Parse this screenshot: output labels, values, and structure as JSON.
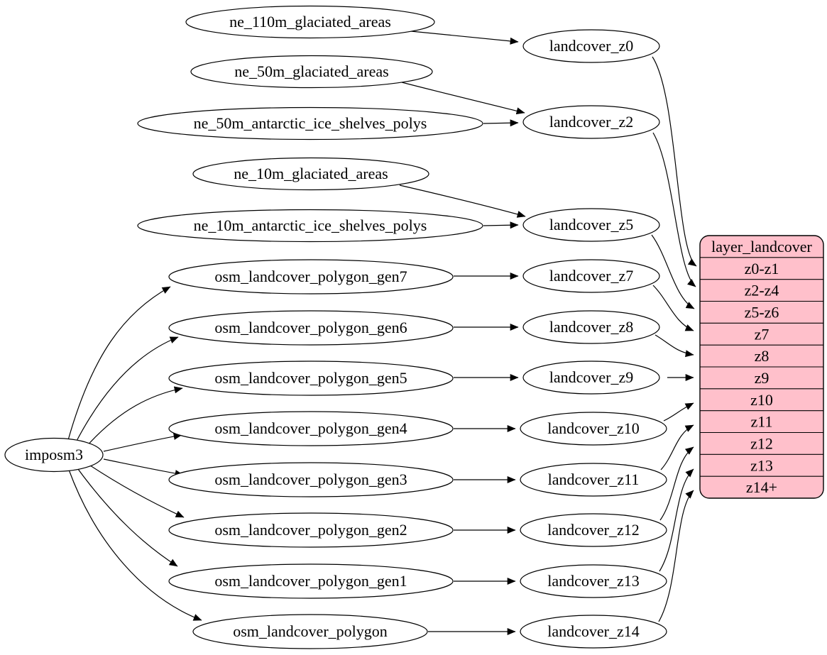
{
  "graph": {
    "root_label": "imposm3",
    "source_tables": [
      "ne_110m_glaciated_areas",
      "ne_50m_glaciated_areas",
      "ne_50m_antarctic_ice_shelves_polys",
      "ne_10m_glaciated_areas",
      "ne_10m_antarctic_ice_shelves_polys",
      "osm_landcover_polygon_gen7",
      "osm_landcover_polygon_gen6",
      "osm_landcover_polygon_gen5",
      "osm_landcover_polygon_gen4",
      "osm_landcover_polygon_gen3",
      "osm_landcover_polygon_gen2",
      "osm_landcover_polygon_gen1",
      "osm_landcover_polygon"
    ],
    "intermediate_tables": [
      "landcover_z0",
      "landcover_z2",
      "landcover_z5",
      "landcover_z7",
      "landcover_z8",
      "landcover_z9",
      "landcover_z10",
      "landcover_z11",
      "landcover_z12",
      "landcover_z13",
      "landcover_z14"
    ],
    "record": {
      "title": "layer_landcover",
      "rows": [
        "z0-z1",
        "z2-z4",
        "z5-z6",
        "z7",
        "z8",
        "z9",
        "z10",
        "z11",
        "z12",
        "z13",
        "z14+"
      ]
    },
    "edges": [
      [
        "imposm3",
        "osm_landcover_polygon_gen7"
      ],
      [
        "imposm3",
        "osm_landcover_polygon_gen6"
      ],
      [
        "imposm3",
        "osm_landcover_polygon_gen5"
      ],
      [
        "imposm3",
        "osm_landcover_polygon_gen4"
      ],
      [
        "imposm3",
        "osm_landcover_polygon_gen3"
      ],
      [
        "imposm3",
        "osm_landcover_polygon_gen2"
      ],
      [
        "imposm3",
        "osm_landcover_polygon_gen1"
      ],
      [
        "imposm3",
        "osm_landcover_polygon"
      ],
      [
        "ne_110m_glaciated_areas",
        "landcover_z0"
      ],
      [
        "ne_50m_glaciated_areas",
        "landcover_z2"
      ],
      [
        "ne_50m_antarctic_ice_shelves_polys",
        "landcover_z2"
      ],
      [
        "ne_10m_glaciated_areas",
        "landcover_z5"
      ],
      [
        "ne_10m_antarctic_ice_shelves_polys",
        "landcover_z5"
      ],
      [
        "osm_landcover_polygon_gen7",
        "landcover_z7"
      ],
      [
        "osm_landcover_polygon_gen6",
        "landcover_z8"
      ],
      [
        "osm_landcover_polygon_gen5",
        "landcover_z9"
      ],
      [
        "osm_landcover_polygon_gen4",
        "landcover_z10"
      ],
      [
        "osm_landcover_polygon_gen3",
        "landcover_z11"
      ],
      [
        "osm_landcover_polygon_gen2",
        "landcover_z12"
      ],
      [
        "osm_landcover_polygon_gen1",
        "landcover_z13"
      ],
      [
        "osm_landcover_polygon",
        "landcover_z14"
      ],
      [
        "landcover_z0",
        "layer_landcover:z0-z1"
      ],
      [
        "landcover_z2",
        "layer_landcover:z2-z4"
      ],
      [
        "landcover_z5",
        "layer_landcover:z5-z6"
      ],
      [
        "landcover_z7",
        "layer_landcover:z7"
      ],
      [
        "landcover_z8",
        "layer_landcover:z8"
      ],
      [
        "landcover_z9",
        "layer_landcover:z9"
      ],
      [
        "landcover_z10",
        "layer_landcover:z10"
      ],
      [
        "landcover_z11",
        "layer_landcover:z11"
      ],
      [
        "landcover_z12",
        "layer_landcover:z12"
      ],
      [
        "landcover_z13",
        "layer_landcover:z13"
      ],
      [
        "landcover_z14",
        "layer_landcover:z14+"
      ]
    ],
    "colors": {
      "record_fill": "#ffc0cb",
      "node_fill": "#ffffff",
      "edge_stroke": "#000000",
      "background": "#ffffff"
    }
  }
}
